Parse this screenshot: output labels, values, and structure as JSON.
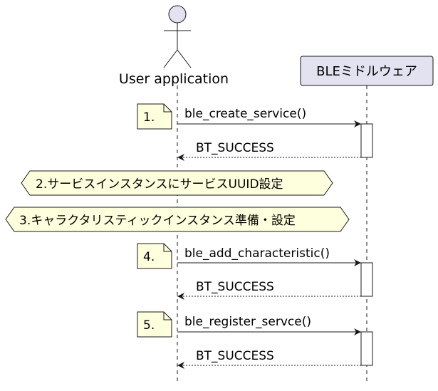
{
  "participants": {
    "user": {
      "label": "User application",
      "kind": "actor"
    },
    "ble": {
      "label": "BLEミドルウェア",
      "kind": "participant"
    }
  },
  "messages": [
    {
      "note": "1.",
      "call": "ble_create_service()",
      "reply": "BT_SUCCESS"
    },
    {
      "note": "4.",
      "call": "ble_add_characteristic()",
      "reply": "BT_SUCCESS"
    },
    {
      "note": "5.",
      "call": "ble_register_servce()",
      "reply": "BT_SUCCESS"
    }
  ],
  "hexnotes": [
    {
      "label": "2.サービスインスタンスにサービスUUID設定"
    },
    {
      "label": "3.キャラクタリスティックインスタンス準備・設定"
    }
  ],
  "colors": {
    "participant_fill": "#E2E2F0",
    "note_fill": "#FEFFDD",
    "line": "#181818"
  }
}
